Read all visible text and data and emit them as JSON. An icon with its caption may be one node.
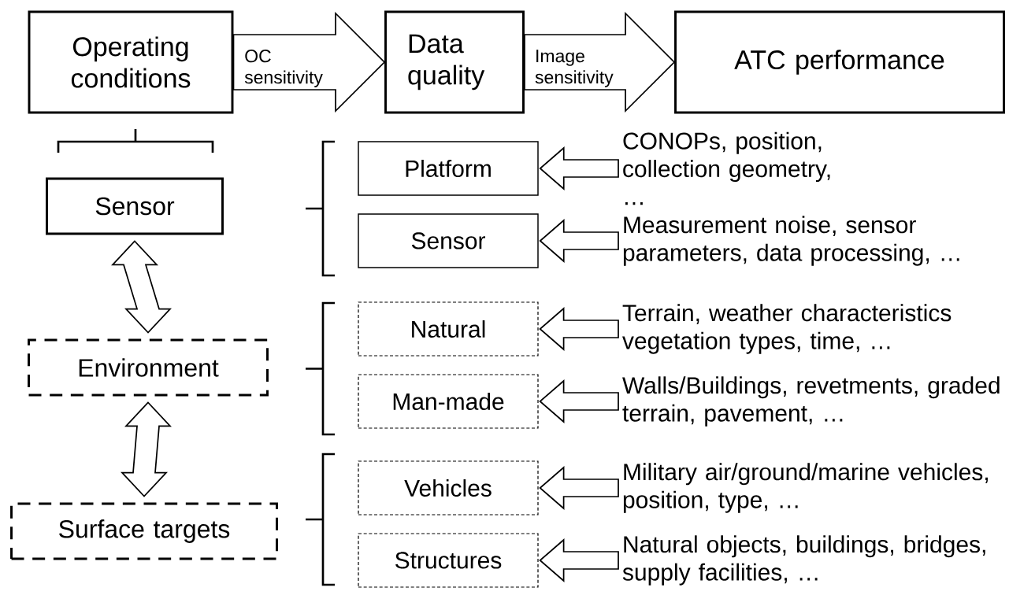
{
  "diagram": {
    "nodes": [
      {
        "text": [
          "Operating conditions"
        ]
      },
      {
        "text": [
          "Data quality"
        ]
      },
      {
        "text": [
          "ATC performance"
        ]
      },
      {
        "text": [
          "Sensor"
        ]
      },
      {
        "text": [
          "Environment"
        ]
      },
      {
        "text": [
          "Surface targets"
        ]
      },
      {
        "text": [
          "Platform"
        ]
      },
      {
        "text": [
          "Sensor"
        ]
      },
      {
        "text": [
          "Natural"
        ]
      },
      {
        "text": [
          "Man-made"
        ]
      },
      {
        "text": [
          "Vehicles"
        ]
      },
      {
        "text": [
          "Structures"
        ]
      },
      {
        "text": [
          "CONOPs, position, collection geometry, …"
        ]
      },
      {
        "text": [
          "Measurement noise, sensor parameters, data processing, …"
        ]
      },
      {
        "text": [
          "Terrain, weather characteristics vegetation types, time, …"
        ]
      },
      {
        "text": [
          "Walls/Buildings, revetments, graded terrain, pavement, …"
        ]
      },
      {
        "text": [
          "Military air/ground/marine vehicles, position, type, …"
        ]
      },
      {
        "text": [
          "Natural objects, buildings, bridges, supply facilities, …"
        ]
      }
    ],
    "edges": [
      {
        "from": 0,
        "to": 1,
        "arrow": "to",
        "label": "OC sensitivity"
      },
      {
        "from": 1,
        "to": 2,
        "arrow": "to",
        "label": "Image sensitivity"
      },
      {
        "from": 3,
        "to": 4,
        "arrow": "both"
      },
      {
        "from": 4,
        "to": 5,
        "arrow": "both"
      },
      {
        "from": 12,
        "to": 6,
        "arrow": "to"
      },
      {
        "from": 13,
        "to": 7,
        "arrow": "to"
      },
      {
        "from": 14,
        "to": 8,
        "arrow": "to"
      },
      {
        "from": 15,
        "to": 9,
        "arrow": "to"
      },
      {
        "from": 16,
        "to": 10,
        "arrow": "to"
      },
      {
        "from": 17,
        "to": 11,
        "arrow": "to"
      }
    ]
  }
}
